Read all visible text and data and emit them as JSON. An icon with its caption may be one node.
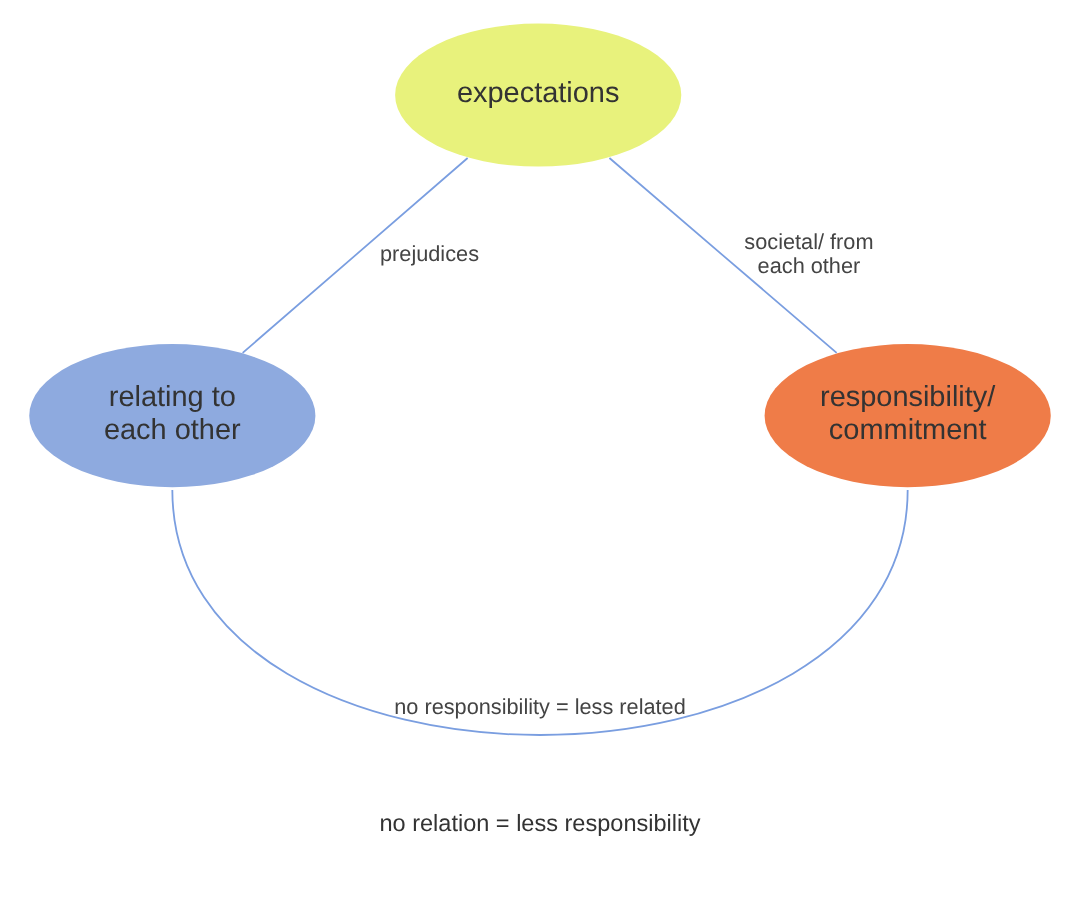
{
  "diagram": {
    "nodes": [
      {
        "text": [
          "expectations"
        ]
      },
      {
        "text": [
          "relating to each other"
        ]
      },
      {
        "text": [
          "responsibility/ commitment"
        ]
      }
    ],
    "edges": [
      {
        "from": 0,
        "to": 1,
        "arrow": "none",
        "label": "prejudices"
      },
      {
        "from": 0,
        "to": 2,
        "arrow": "none",
        "label": "societal/ from each other"
      },
      {
        "from": 1,
        "to": 2,
        "arrow": "none",
        "label": "no responsibility = less related"
      }
    ],
    "labels": [
      "no relation = less responsibility"
    ]
  }
}
